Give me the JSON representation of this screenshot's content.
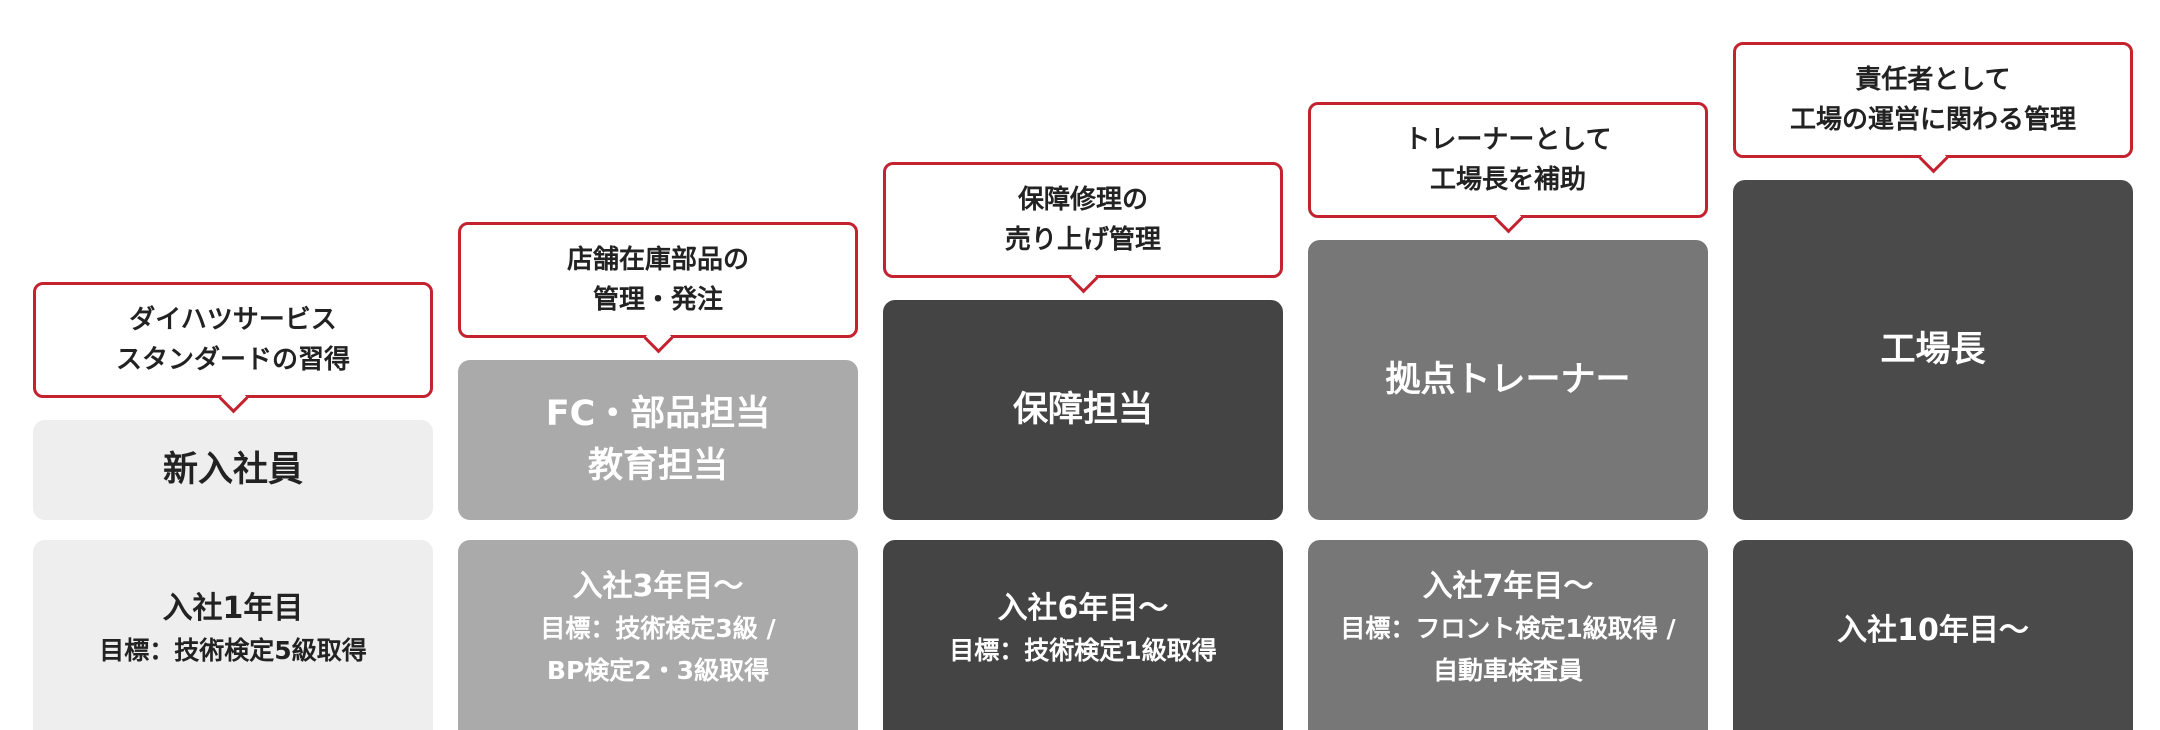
{
  "colors": {
    "accent_red": "#c4222f",
    "stage1_bg": "#eeeeee",
    "stage1_text": "#222222",
    "stage2_bg": "#aaaaaa",
    "stage2_text": "#ffffff",
    "stage3_bg": "#444444",
    "stage3_text": "#ffffff",
    "stage4_bg": "#777777",
    "stage4_text": "#ffffff",
    "stage5_bg": "#4a4a4a",
    "stage5_text": "#ffffff"
  },
  "stages": [
    {
      "bubble": "ダイハツサービス\nスタンダードの習得",
      "role": "新入社員",
      "year": "入社1年目",
      "goal": "目標：技術検定5級取得"
    },
    {
      "bubble": "店舗在庫部品の\n管理・発注",
      "role": "FC・部品担当\n教育担当",
      "year": "入社3年目〜",
      "goal": "目標：技術検定3級 /\nBP検定2・3級取得"
    },
    {
      "bubble": "保障修理の\n売り上げ管理",
      "role": "保障担当",
      "year": "入社6年目〜",
      "goal": "目標：技術検定1級取得"
    },
    {
      "bubble": "トレーナーとして\n工場長を補助",
      "role": "拠点トレーナー",
      "year": "入社7年目〜",
      "goal": "目標：フロント検定1級取得 /\n自動車検査員"
    },
    {
      "bubble": "責任者として\n工場の運営に関わる管理",
      "role": "工場長",
      "year": "入社10年目〜",
      "goal": ""
    }
  ]
}
